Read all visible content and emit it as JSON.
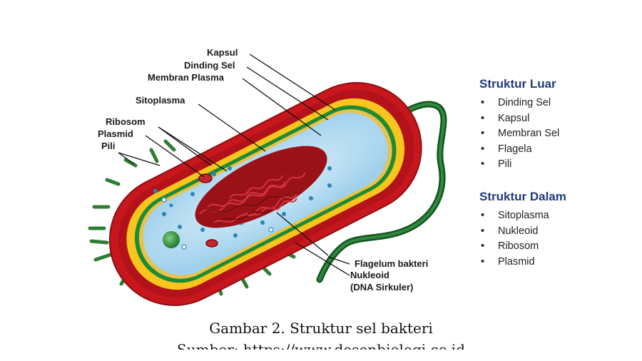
{
  "labels": {
    "kapsul": "Kapsul",
    "dinding_sel": "Dinding Sel",
    "membran_plasma": "Membran Plasma",
    "sitoplasma": "Sitoplasma",
    "ribosom": "Ribosom",
    "plasmid": "Plasmid",
    "pili": "Pili",
    "flagelum": "Flagelum bakteri",
    "nukleoid": "Nukleoid",
    "dna": "(DNA Sirkuler)"
  },
  "struktur_luar": {
    "title": "Struktur Luar",
    "items": [
      "Dinding Sel",
      "Kapsul",
      "Membran Sel",
      "Flagela",
      "Pili"
    ]
  },
  "struktur_dalam": {
    "title": "Struktur Dalam",
    "items": [
      "Sitoplasma",
      "Nukleoid",
      "Ribosom",
      "Plasmid"
    ]
  },
  "caption": {
    "title": "Gambar 2. Struktur sel bakteri",
    "source": "Sumber: https://www.dosenbiologi.co.id"
  },
  "colors": {
    "capsule": "#c8161d",
    "cell_wall": "#f7c51e",
    "membrane": "#1f8a34",
    "cytoplasm": "#bfe0f2",
    "nucleoid": "#9b1118",
    "pili": "#2e7d32",
    "heading": "#1f3a7a"
  }
}
